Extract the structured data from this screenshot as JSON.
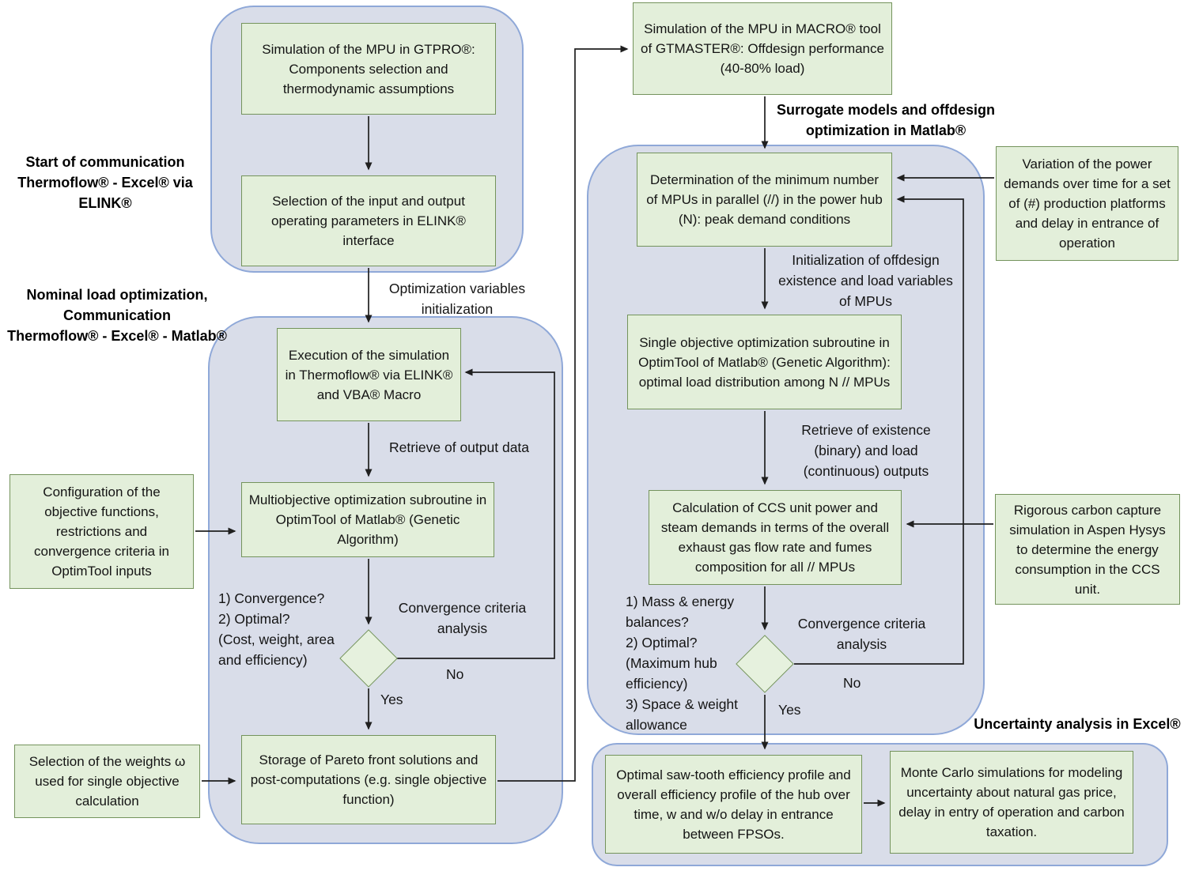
{
  "colors": {
    "box_fill": "#e3efda",
    "box_border": "#74935c",
    "container_fill": "#d9dde9",
    "container_border": "#8fa8d8",
    "arrow": "#1f1f1f"
  },
  "stages": {
    "start_communication": "Start of communication\nThermoflow® - Excel® via\nELINK®",
    "nominal_load": "Nominal load optimization,\nCommunication\nThermoflow® - Excel® - Matlab®",
    "surrogate": "Surrogate models and offdesign\noptimization in Matlab®",
    "uncertainty": "Uncertainty analysis in Excel®"
  },
  "boxes": {
    "gtpro_simulation": "Simulation of the MPU in GTPRO®: Components selection and thermodynamic assumptions",
    "elink_selection": "Selection of the input and output operating parameters in ELINK® interface",
    "thermoflow_execution": "Execution of the simulation in Thermoflow® via ELINK® and VBA® Macro",
    "multiobjective_subroutine": "Multiobjective optimization subroutine in OptimTool of Matlab® (Genetic Algorithm)",
    "optimtool_configuration": "Configuration of the objective functions, restrictions and convergence criteria in OptimTool inputs",
    "pareto_storage": "Storage of Pareto front solutions and post-computations (e.g. single objective function)",
    "weights_selection": "Selection of the weights ω used for single objective calculation",
    "gtmaster_simulation": "Simulation of the MPU in MACRO® tool of GTMASTER®: Offdesign performance (40-80% load)",
    "mpu_determination": "Determination of the minimum number of MPUs in parallel (//) in the power hub (N): peak demand conditions",
    "power_demand_variation": "Variation of the power demands over time for a set of (#) production platforms and delay in entrance of operation",
    "single_objective_subroutine": "Single objective optimization subroutine in OptimTool of Matlab® (Genetic Algorithm): optimal load distribution among N // MPUs",
    "ccs_calculation": "Calculation of CCS unit power and steam demands in terms of the overall exhaust gas flow rate and fumes composition for all // MPUs",
    "aspen_hysys": "Rigorous carbon capture simulation in Aspen Hysys to determine the energy consumption in the CCS unit.",
    "sawtooth_profile": "Optimal saw-tooth efficiency profile and overall efficiency profile of the hub over time, w and w/o delay in entrance between FPSOs.",
    "monte_carlo": "Monte Carlo simulations for modeling uncertainty about natural gas price, delay in entry of operation and carbon taxation."
  },
  "flow_labels": {
    "optimization_variables": "Optimization variables initialization",
    "retrieve_output": "Retrieve of output data",
    "initialization_offdesign": "Initialization of offdesign existence and load variables of MPUs",
    "retrieve_existence": "Retrieve of existence (binary) and load (continuous) outputs"
  },
  "decisions": {
    "nominal": {
      "criteria": "1) Convergence?\n2) Optimal?\n(Cost, weight, area\nand efficiency)",
      "analysis": "Convergence criteria analysis",
      "no": "No",
      "yes": "Yes"
    },
    "offdesign": {
      "criteria": "1) Mass & energy\nbalances?\n2) Optimal?\n(Maximum hub\nefficiency)\n3) Space & weight\nallowance",
      "analysis": "Convergence criteria analysis",
      "no": "No",
      "yes": "Yes"
    }
  }
}
